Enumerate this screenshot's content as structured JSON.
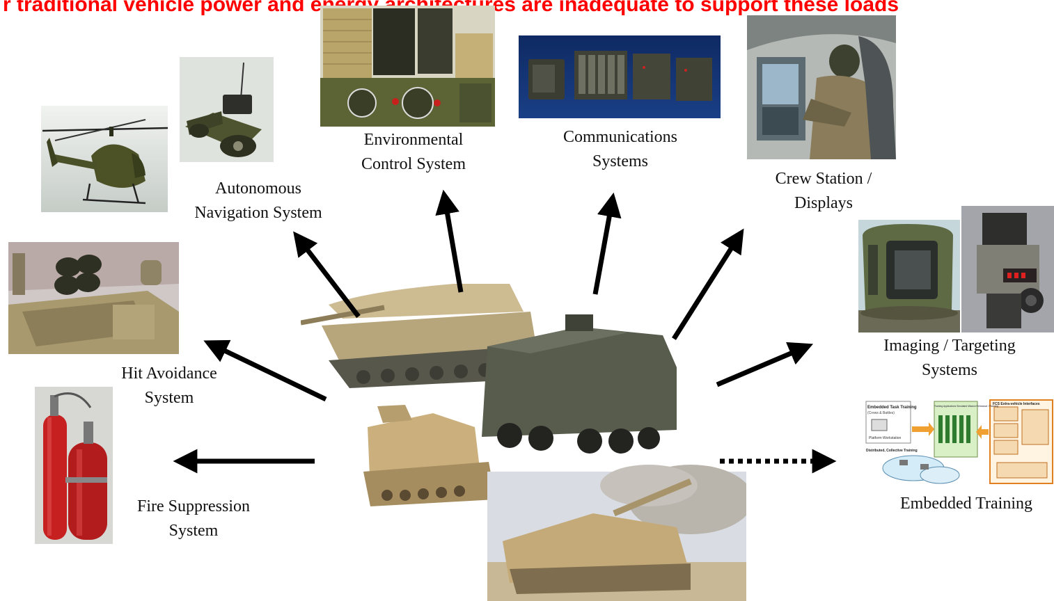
{
  "headline": "r traditional vehicle power and energy architectures are inadequate to support these loads",
  "systems": {
    "autonomous_navigation": [
      "Autonomous",
      "Navigation System"
    ],
    "environmental_control": [
      "Environmental",
      "Control System"
    ],
    "communications": [
      "Communications",
      "Systems"
    ],
    "crew_station": [
      "Crew Station /",
      "Displays"
    ],
    "imaging_targeting": [
      "Imaging / Targeting",
      "Systems"
    ],
    "hit_avoidance": [
      "Hit Avoidance",
      "System"
    ],
    "fire_suppression": [
      "Fire Suppression",
      "System"
    ],
    "embedded_training": [
      "Embedded Training"
    ]
  },
  "training_diagram": {
    "left_title": "Embedded Task Training",
    "left_sub": "(Crews & Battles)",
    "platform": "Platform Workstation",
    "distributed": "Distributed, Collective Training",
    "middle_title": "Training Applications Simulated Mission Rehearsal / Planning",
    "right_title": "FCS Extra-vehicle Interfaces"
  },
  "colors": {
    "headline": "#ff0000",
    "arrow": "#000000",
    "olive": "#5d6235",
    "tan": "#c9b68f"
  }
}
